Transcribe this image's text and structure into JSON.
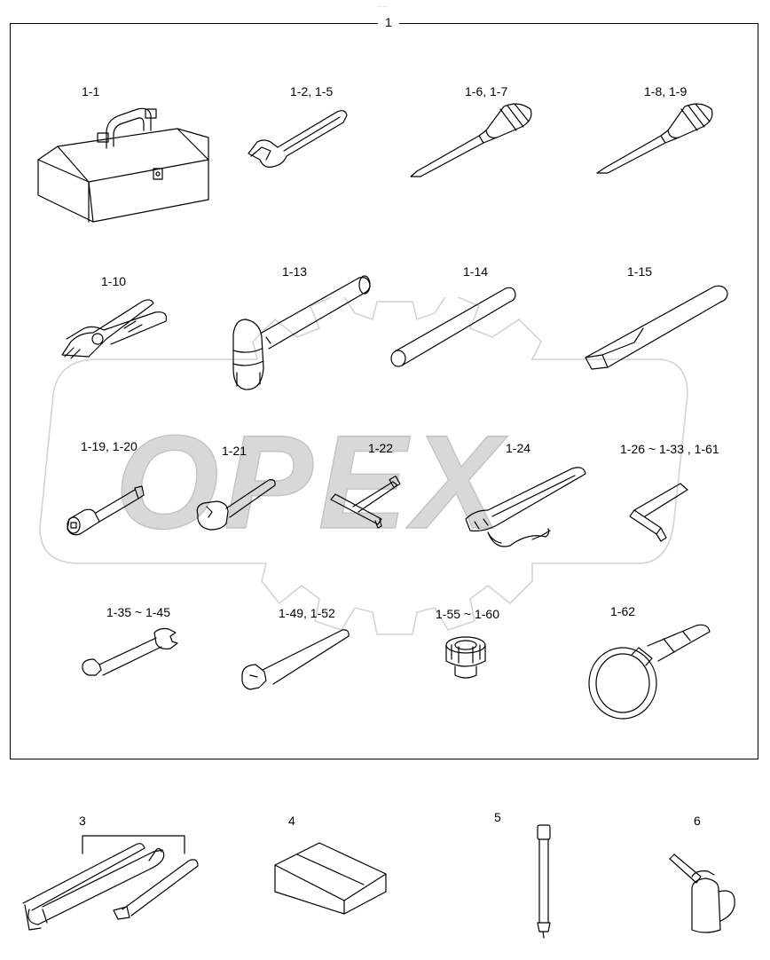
{
  "figure": {
    "fine_print": "··· ·····",
    "group_number": "1",
    "watermark": "OPEX"
  },
  "kit_items": [
    {
      "label": "1-1",
      "icon": "tool-box-icon"
    },
    {
      "label": "1-2, 1-5",
      "icon": "adjustable-wrench-icon"
    },
    {
      "label": "1-6, 1-7",
      "icon": "flat-screwdriver-icon"
    },
    {
      "label": "1-8, 1-9",
      "icon": "cross-screwdriver-icon"
    },
    {
      "label": "1-10",
      "icon": "pliers-icon"
    },
    {
      "label": "1-13",
      "icon": "hammer-icon"
    },
    {
      "label": "1-14",
      "icon": "round-bar-icon"
    },
    {
      "label": "1-15",
      "icon": "pry-bar-icon"
    },
    {
      "label": "1-19, 1-20",
      "icon": "extension-bar-icon"
    },
    {
      "label": "1-21",
      "icon": "ratchet-handle-icon"
    },
    {
      "label": "1-22",
      "icon": "t-wrench-icon"
    },
    {
      "label": "1-24",
      "icon": "chain-wrench-icon"
    },
    {
      "label": "1-26 ~ 1-33  , 1-61",
      "icon": "hex-key-icon"
    },
    {
      "label": "1-35 ~ 1-45",
      "icon": "double-open-wrench-icon"
    },
    {
      "label": "1-49, 1-52",
      "icon": "single-open-wrench-icon"
    },
    {
      "label": "1-55 ~ 1-60",
      "icon": "socket-icon"
    },
    {
      "label": "1-62",
      "icon": "filter-wrench-icon"
    }
  ],
  "extra_items": [
    {
      "label": "3",
      "icon": "grease-gun-icon"
    },
    {
      "label": "4",
      "icon": "carton-box-icon"
    },
    {
      "label": "5",
      "icon": "grease-tube-icon"
    },
    {
      "label": "6",
      "icon": "oil-can-icon"
    }
  ]
}
